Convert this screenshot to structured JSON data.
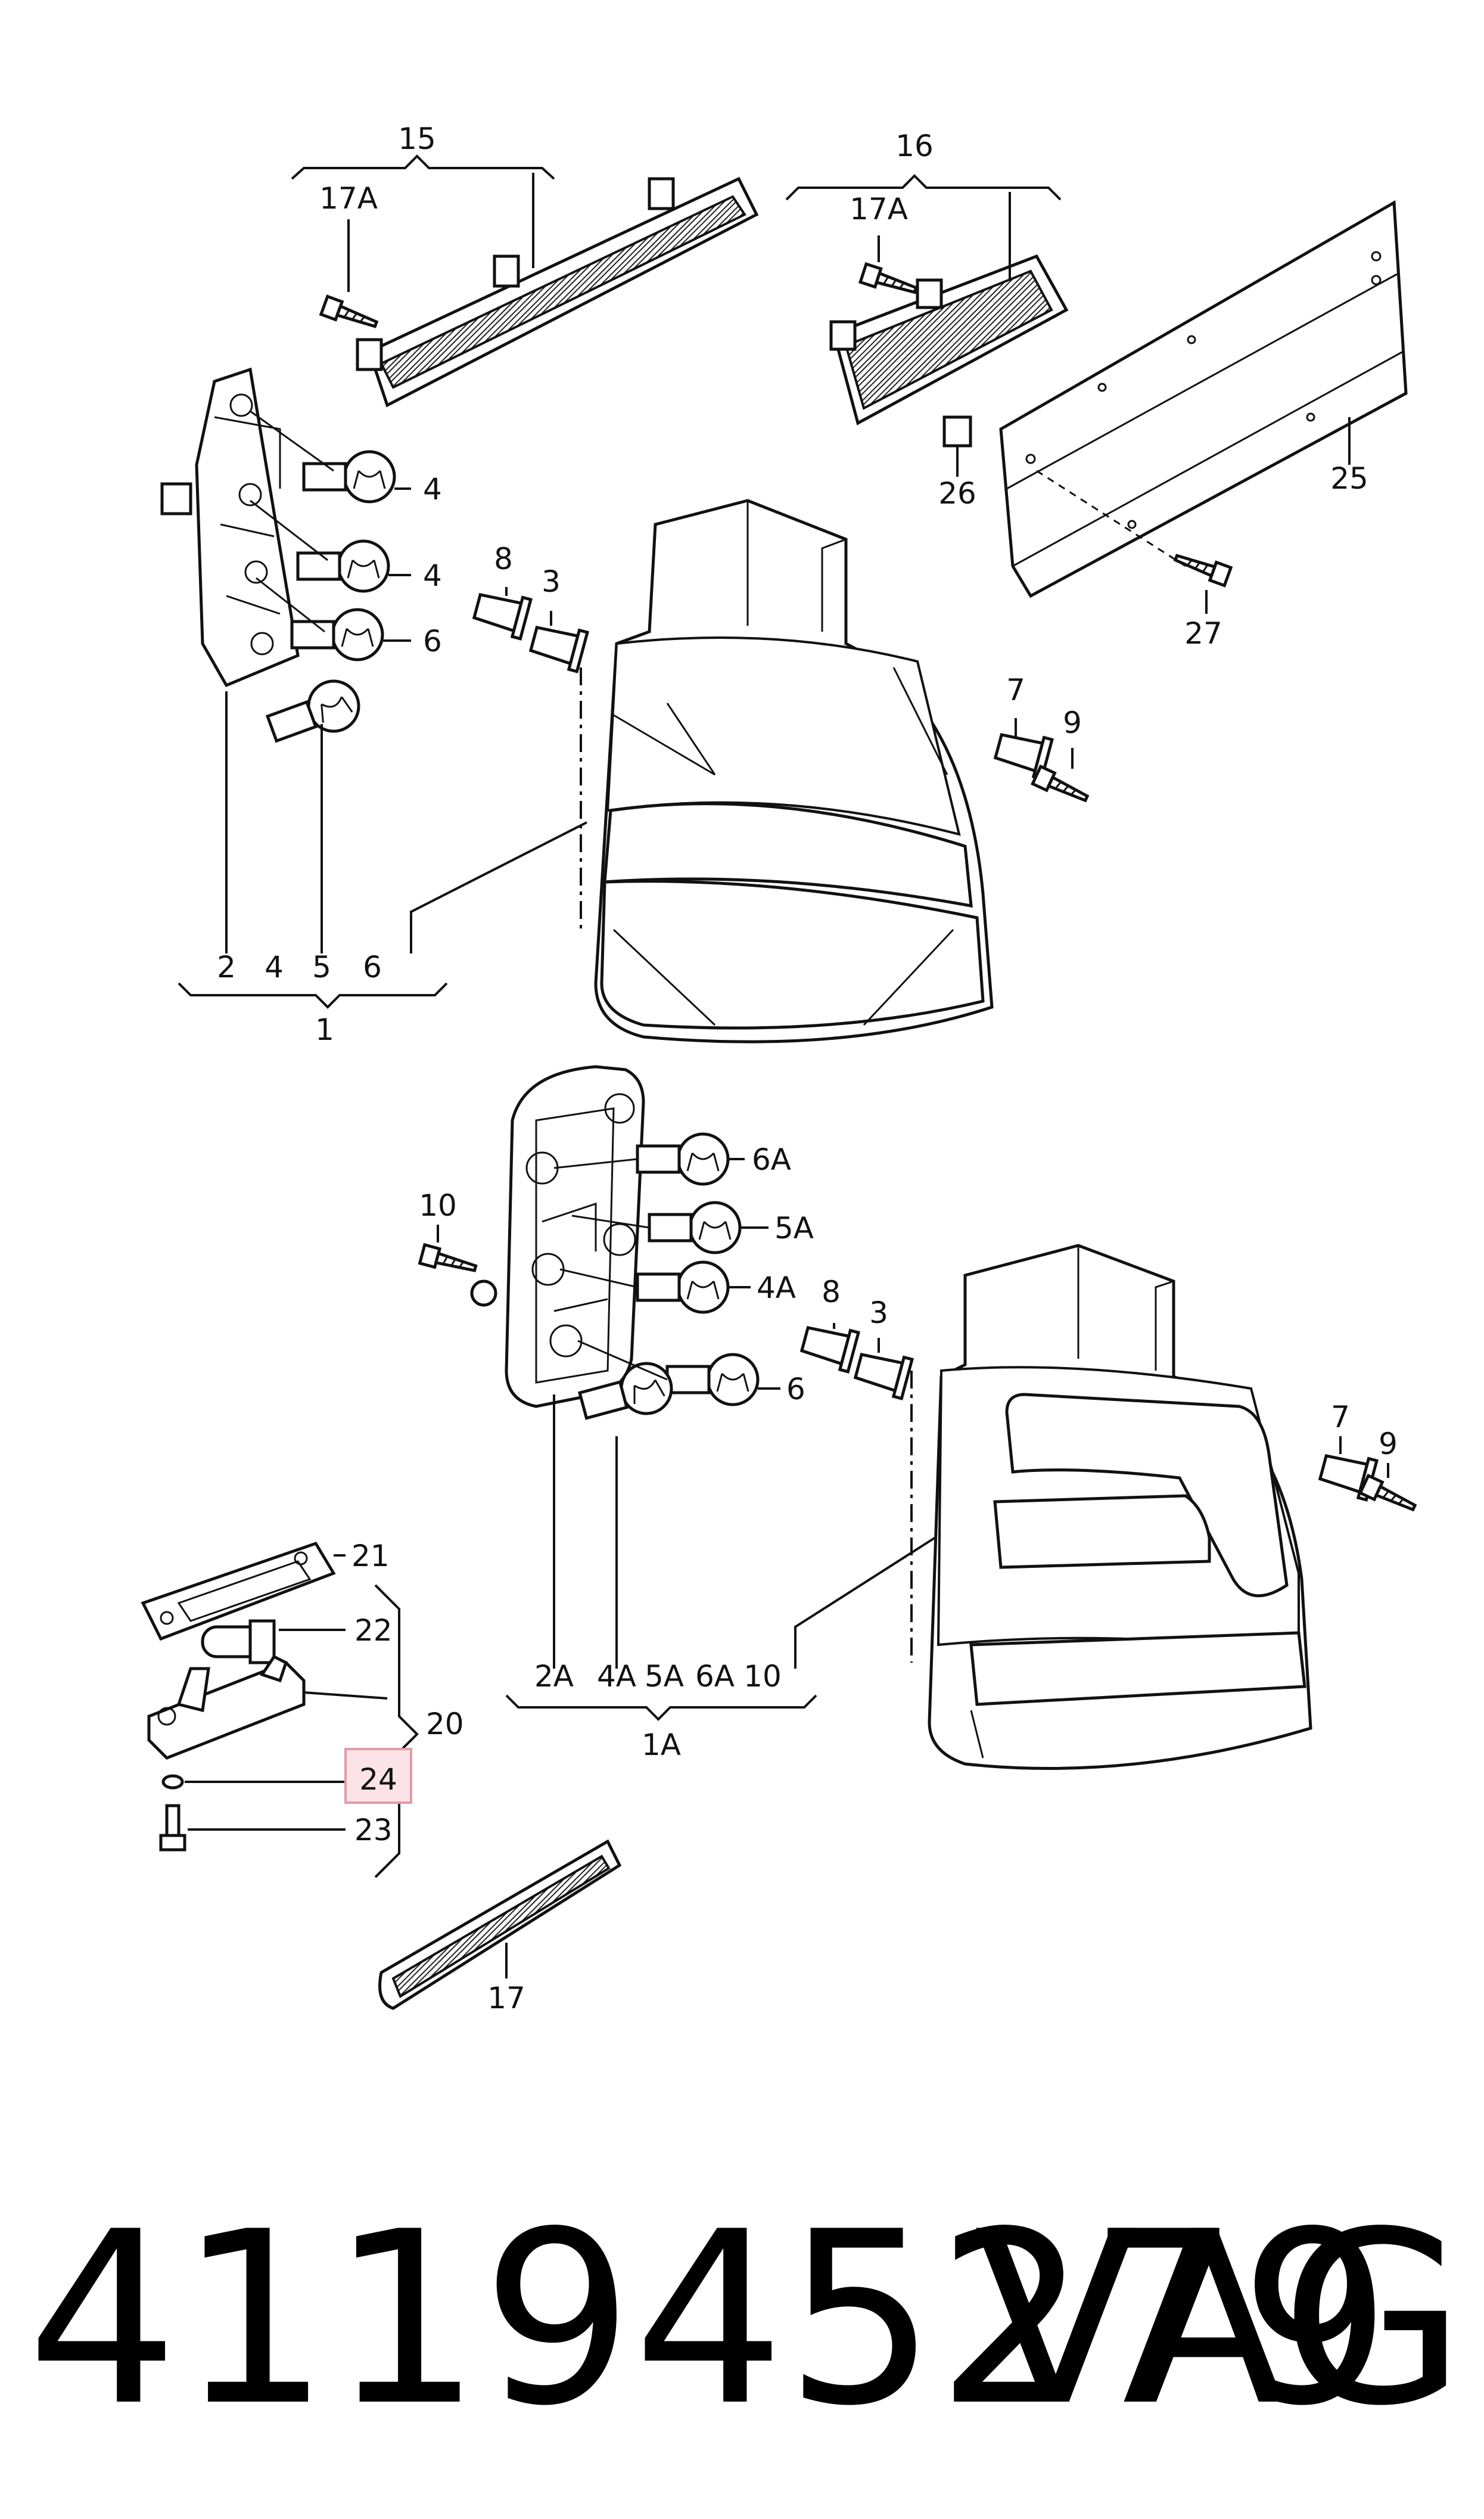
{
  "labels": {
    "c15": "15",
    "c17A_a": "17A",
    "c16": "16",
    "c17A_b": "17A",
    "c4_a": "4",
    "c4_b": "4",
    "c6_a": "6",
    "c8_a": "8",
    "c3_a": "3",
    "c26": "26",
    "c25": "25",
    "c27": "27",
    "c7_a": "7",
    "c9_a": "9",
    "g1_2": "2",
    "g1_4": "4",
    "g1_5": "5",
    "g1_6": "6",
    "c1": "1",
    "c6A": "6A",
    "c5A": "5A",
    "c4A": "4A",
    "c6_b": "6",
    "c10_a": "10",
    "c8_b": "8",
    "c3_b": "3",
    "c7_b": "7",
    "c9_b": "9",
    "c21": "21",
    "c22": "22",
    "c20": "20",
    "c24": "24",
    "c23": "23",
    "g2_2A": "2A",
    "g2_4A": "4A",
    "g2_5A": "5A",
    "g2_6A": "6A",
    "g2_10": "10",
    "c1A": "1A",
    "c17": "17"
  },
  "footer": {
    "part_number": "411945279",
    "brand": "VAG"
  }
}
